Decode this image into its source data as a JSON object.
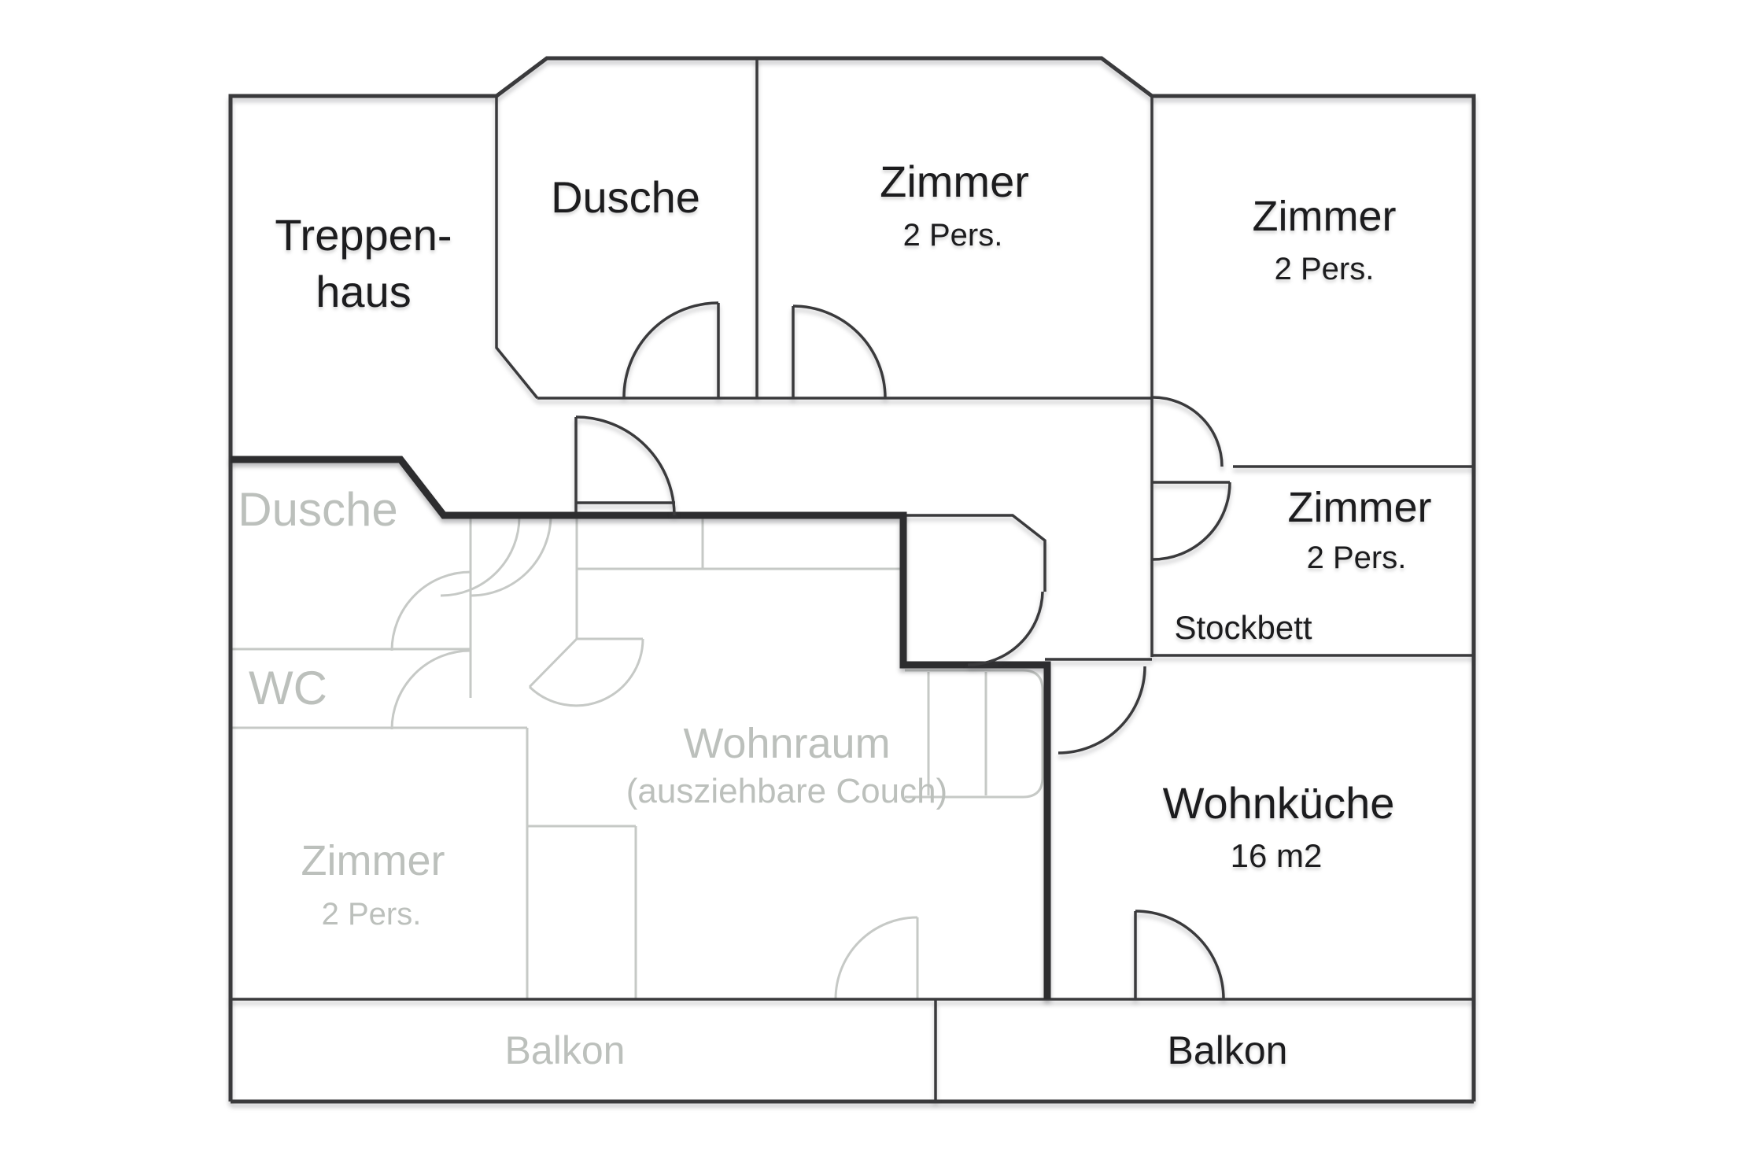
{
  "colors": {
    "background": "#ffffff",
    "wall_dark": "#3a3a3c",
    "boundary_dark": "#2d2d2f",
    "text_dark": "#1c1c1e",
    "wall_gray": "#c6c9c6",
    "text_gray": "#bcc0bc"
  },
  "apartment_dark": {
    "treppenhaus": {
      "line1": "Treppen-",
      "line2": "haus"
    },
    "dusche": {
      "name": "Dusche"
    },
    "zimmer_top_middle": {
      "name": "Zimmer",
      "capacity": "2 Pers."
    },
    "zimmer_top_right": {
      "name": "Zimmer",
      "capacity": "2 Pers."
    },
    "zimmer_stockbett": {
      "name": "Zimmer",
      "capacity": "2 Pers.",
      "note": "Stockbett"
    },
    "wohnkueche": {
      "name": "Wohnküche",
      "area": "16 m2"
    },
    "balkon": {
      "name": "Balkon"
    }
  },
  "apartment_gray": {
    "dusche": {
      "name": "Dusche"
    },
    "wc": {
      "name": "WC"
    },
    "wohnraum": {
      "name": "Wohnraum",
      "note": "(ausziehbare Couch)"
    },
    "zimmer": {
      "name": "Zimmer",
      "capacity": "2 Pers."
    },
    "balkon": {
      "name": "Balkon"
    }
  }
}
